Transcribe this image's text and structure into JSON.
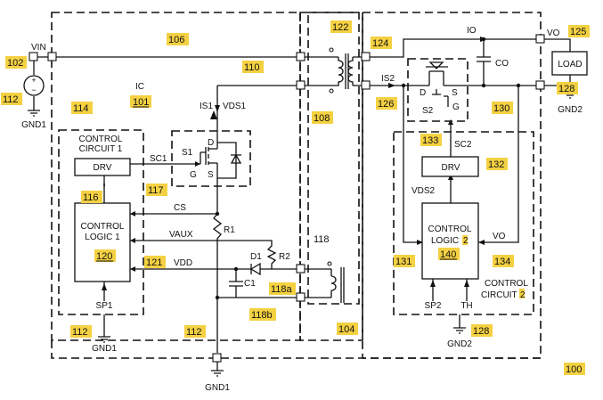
{
  "refs": {
    "r100": "100",
    "r101": "101",
    "r102": "102",
    "r104": "104",
    "r106": "106",
    "r108": "108",
    "r110": "110",
    "r112a": "112",
    "r112b": "112",
    "r112c": "112",
    "r114": "114",
    "r116": "116",
    "r117": "117",
    "r118": "118",
    "r118a": "118a",
    "r118b": "118b",
    "r120": "120",
    "r121": "121",
    "r122": "122",
    "r124": "124",
    "r125": "125",
    "r126": "126",
    "r128a": "128",
    "r128b": "128",
    "r130": "130",
    "r131": "131",
    "r132": "132",
    "r133": "133",
    "r134": "134",
    "r140": "140"
  },
  "labels": {
    "vin": "VIN",
    "gnd1_src": "GND1",
    "ic": "IC",
    "cc1_l1": "CONTROL",
    "cc1_l2": "CIRCUIT 1",
    "drv1": "DRV",
    "sc1": "SC1",
    "cl1_l1": "CONTROL",
    "cl1_l2": "LOGIC 1",
    "cs": "CS",
    "vaux": "VAUX",
    "vdd": "VDD",
    "is1": "IS1",
    "vds1": "VDS1",
    "s1": "S1",
    "d1_drain": "D",
    "g1": "G",
    "s1_src": "S",
    "r1": "R1",
    "d1": "D1",
    "r2": "R2",
    "c1": "C1",
    "sp1": "SP1",
    "gnd1_cc": "GND1",
    "gnd1_bottom": "GND1",
    "io": "IO",
    "vo": "VO",
    "is2": "IS2",
    "co": "CO",
    "d2_drain": "D",
    "s2_src": "S",
    "s2": "S2",
    "g2": "G",
    "sc2": "SC2",
    "load": "LOAD",
    "gnd2_load": "GND2",
    "drv2": "DRV",
    "vds2": "VDS2",
    "cl2_l1": "CONTROL",
    "cl2_l2": "LOGIC",
    "vo_in": "VO",
    "sp2": "SP2",
    "th": "TH",
    "cc2_l1": "CONTROL",
    "cc2_l2": "CIRCUIT",
    "gnd2_cc": "GND2",
    "n2": "2"
  },
  "accent_colors": {
    "tag": "#f4d142",
    "ink": "#111111"
  }
}
